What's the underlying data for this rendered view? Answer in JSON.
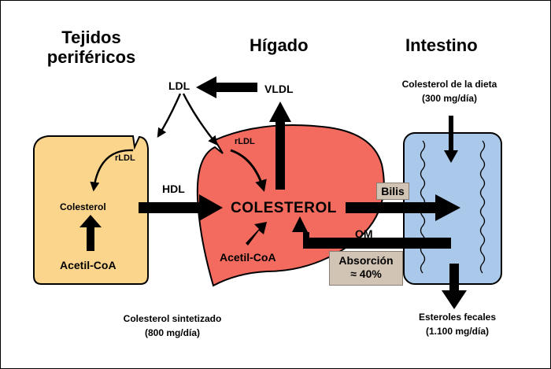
{
  "titles": {
    "peripheral": "Tejidos periféricos",
    "liver": "Hígado",
    "intestine": "Intestino"
  },
  "lipoproteins": {
    "ldl": "LDL",
    "vldl": "VLDL",
    "hdl": "HDL",
    "rldl_peripheral": "rLDL",
    "rldl_liver": "rLDL",
    "qm": "QM"
  },
  "peripheral": {
    "cholesterol": "Colesterol",
    "acetyl_coa": "Acetil-CoA"
  },
  "liver": {
    "cholesterol": "COLESTEROL",
    "acetyl_coa": "Acetil-CoA"
  },
  "intestine": {
    "diet_label": "Colesterol de la dieta",
    "diet_amount": "(300 mg/día)",
    "bile": "Bilis",
    "absorption": "Absorción",
    "absorption_value": "≈ 40%",
    "fecal_label": "Esteroles fecales",
    "fecal_amount": "(1.100 mg/día)"
  },
  "synthesis": {
    "label": "Colesterol sintetizado",
    "amount": "(800 mg/día)"
  },
  "colors": {
    "peripheral_fill": "#fbd58c",
    "liver_fill": "#f26b5e",
    "intestine_fill": "#a9c8ea",
    "label_box_fill": "#d2c4b4"
  }
}
